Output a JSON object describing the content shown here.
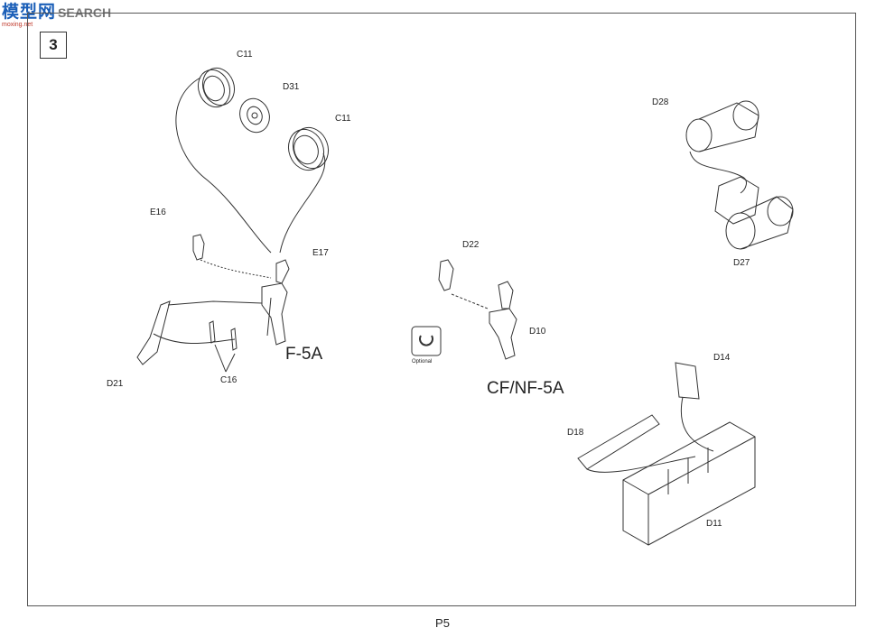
{
  "watermark": {
    "cn": "模型网",
    "en": "SEARCH",
    "url": "moxing.net"
  },
  "step": {
    "number": "3"
  },
  "variants": {
    "f5a": "F-5A",
    "cfnf5a": "CF/NF-5A"
  },
  "optional_label": "Optional",
  "parts": {
    "c11_top": "C11",
    "d31": "D31",
    "c11_bottom": "C11",
    "e16": "E16",
    "e17": "E17",
    "d21": "D21",
    "c16": "C16",
    "d22": "D22",
    "d10": "D10",
    "d28": "D28",
    "d27": "D27",
    "d14": "D14",
    "d18": "D18",
    "d11": "D11"
  },
  "page": {
    "number": "P5"
  }
}
